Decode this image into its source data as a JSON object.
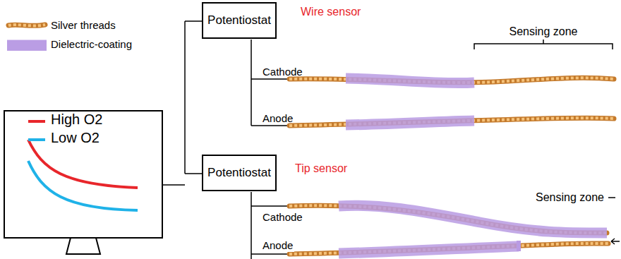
{
  "diagram": {
    "nodes": [
      {
        "text": [
          "Potentiostat"
        ]
      },
      {
        "text": [
          "Potentiostat"
        ]
      }
    ],
    "labels": [
      "Wire sensor",
      "Cathode",
      "Anode",
      "Sensing zone",
      "Tip sensor",
      "Cathode",
      "Anode",
      "Sensing zone"
    ],
    "legend": [
      {
        "text": "Silver threads"
      },
      {
        "text": "Dielectric-coating",
        "color": "#b99be3"
      },
      {
        "text": "High O2",
        "color": "#e8262b"
      },
      {
        "text": "Low O2",
        "color": "#1fb2e8"
      }
    ]
  }
}
